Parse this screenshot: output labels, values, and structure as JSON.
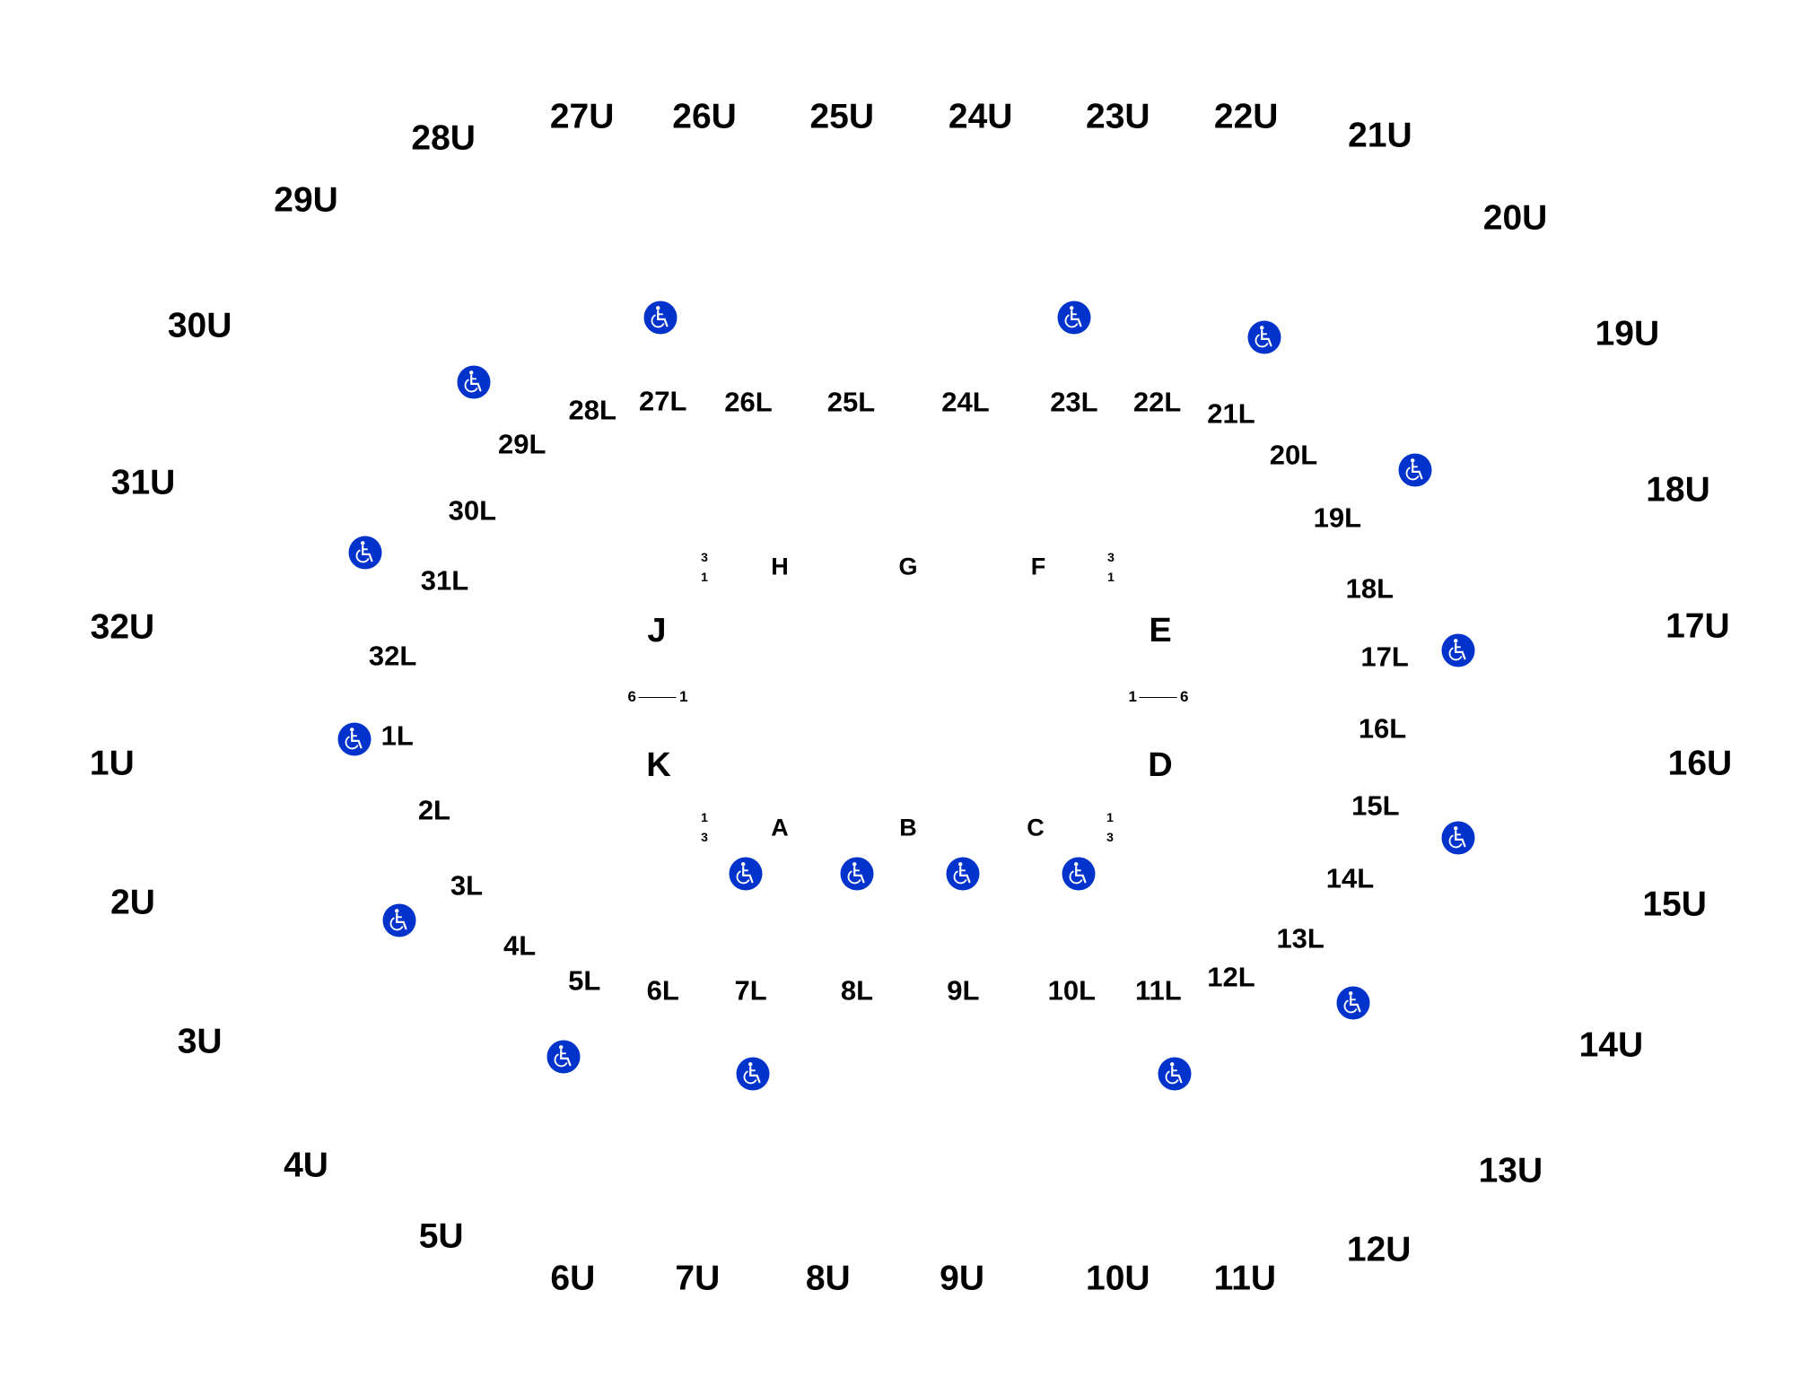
{
  "upper_sections": [
    "1U",
    "2U",
    "3U",
    "4U",
    "5U",
    "6U",
    "7U",
    "8U",
    "9U",
    "10U",
    "11U",
    "12U",
    "13U",
    "14U",
    "15U",
    "16U",
    "17U",
    "18U",
    "19U",
    "20U",
    "21U",
    "22U",
    "23U",
    "24U",
    "25U",
    "26U",
    "27U",
    "28U",
    "29U",
    "30U",
    "31U",
    "32U"
  ],
  "lower_sections": [
    "1L",
    "2L",
    "3L",
    "4L",
    "5L",
    "6L",
    "7L",
    "8L",
    "9L",
    "10L",
    "11L",
    "12L",
    "13L",
    "14L",
    "15L",
    "16L",
    "17L",
    "18L",
    "19L",
    "20L",
    "21L",
    "22L",
    "23L",
    "24L",
    "25L",
    "26L",
    "27L",
    "28L",
    "29L",
    "30L",
    "31L",
    "32L"
  ],
  "floor_sections": {
    "A": "A",
    "B": "B",
    "C": "C",
    "D": "D",
    "E": "E",
    "F": "F",
    "G": "G",
    "H": "H",
    "J": "J",
    "K": "K"
  },
  "row_markers": {
    "top_left": [
      "3",
      "1"
    ],
    "top_right": [
      "3",
      "1"
    ],
    "bottom_left": [
      "1",
      "3"
    ],
    "bottom_right": [
      "1",
      "3"
    ],
    "left": [
      "6",
      "1"
    ],
    "right": [
      "1",
      "6"
    ]
  },
  "accessible_icon": {
    "name": "wheelchair-icon",
    "color": "#0033cc",
    "count": 18
  }
}
